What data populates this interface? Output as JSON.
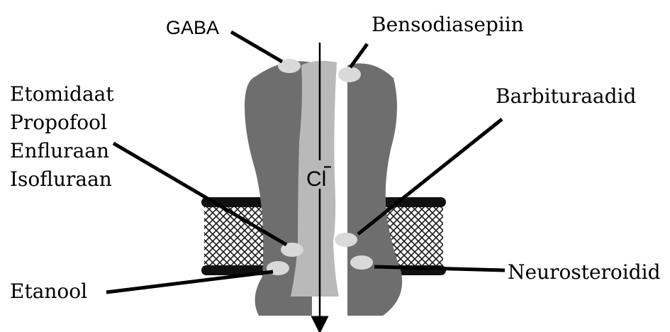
{
  "labels": {
    "gaba": "GABA",
    "bensodiasepiin": "Bensodiasepiin",
    "etomidaat": "Etomidaat",
    "propofool": "Propofool",
    "enfluraan": "Enfluraan",
    "isofluraan": "Isofluraan",
    "barbituraadid": "Barbituraadid",
    "etanool": "Etanool",
    "neurosteroidid": "Neurosteroidid",
    "ion_base": "Cl",
    "ion_charge": "−"
  },
  "colors": {
    "subunit": "#6e6e6e",
    "pore": "#b9b9b9",
    "binding_site": "#d9d9d9",
    "membrane_dark": "#111111",
    "line": "#000000"
  }
}
